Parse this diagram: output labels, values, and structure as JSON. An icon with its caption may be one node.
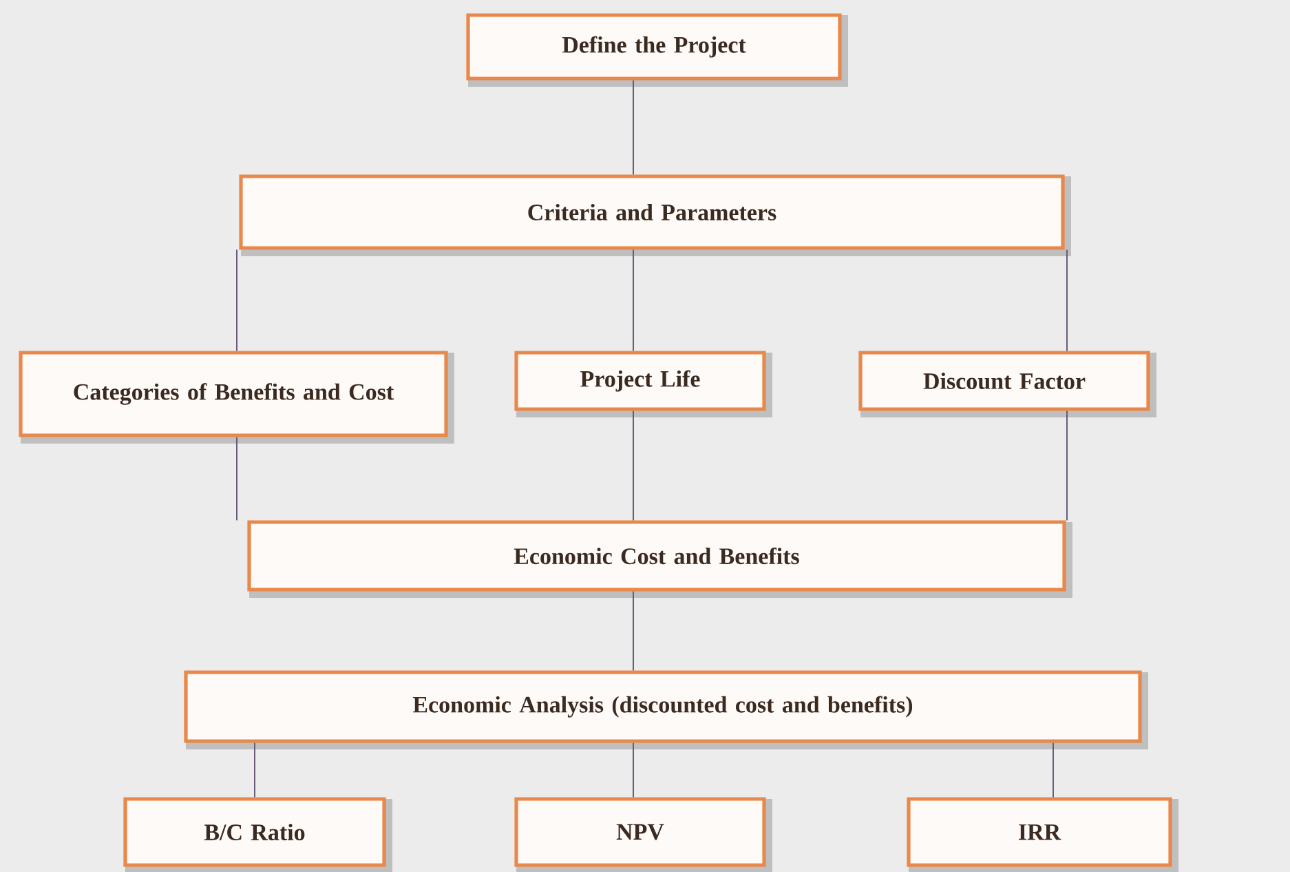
{
  "diagram": {
    "nodes": [
      {
        "text": [
          "Define the Project"
        ]
      },
      {
        "text": [
          "Criteria and Parameters"
        ]
      },
      {
        "text": [
          "Categories of Benefits and Cost"
        ]
      },
      {
        "text": [
          "Project Life"
        ]
      },
      {
        "text": [
          "Discount Factor"
        ]
      },
      {
        "text": [
          "Economic Cost and Benefits"
        ]
      },
      {
        "text": [
          "Economic Analysis (discounted cost and benefits)"
        ]
      },
      {
        "text": [
          "B/C Ratio"
        ]
      },
      {
        "text": [
          "NPV"
        ]
      },
      {
        "text": [
          "IRR"
        ]
      }
    ],
    "edges": [
      {
        "from": 0,
        "to": 1,
        "arrow": "none"
      },
      {
        "from": 1,
        "to": 2,
        "arrow": "none"
      },
      {
        "from": 1,
        "to": 3,
        "arrow": "none"
      },
      {
        "from": 1,
        "to": 4,
        "arrow": "none"
      },
      {
        "from": 2,
        "to": 5,
        "arrow": "none"
      },
      {
        "from": 3,
        "to": 5,
        "arrow": "none"
      },
      {
        "from": 4,
        "to": 5,
        "arrow": "none"
      },
      {
        "from": 5,
        "to": 6,
        "arrow": "none"
      },
      {
        "from": 6,
        "to": 7,
        "arrow": "none"
      },
      {
        "from": 6,
        "to": 8,
        "arrow": "none"
      },
      {
        "from": 6,
        "to": 9,
        "arrow": "none"
      }
    ]
  }
}
